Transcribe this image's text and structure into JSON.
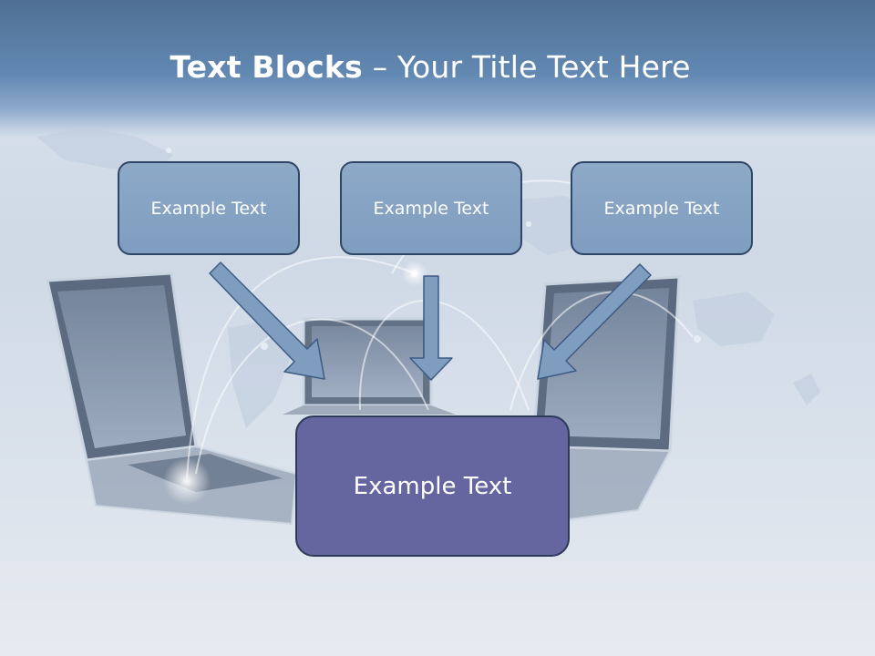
{
  "title": {
    "strong": "Text Blocks",
    "separator": "–",
    "rest": "Your Title Text Here"
  },
  "blocks": {
    "top_left": "Example Text",
    "top_center": "Example Text",
    "top_right": "Example Text",
    "bottom_center": "Example Text"
  },
  "colors": {
    "header": "#6289b3",
    "small_box_fill": "#849fc1",
    "small_box_border": "#2f4766",
    "big_box_fill": "#6566a0",
    "big_box_border": "#2e3a5a",
    "arrow_fill": "#7f9dbf",
    "arrow_border": "#3d5b84"
  },
  "icons": {
    "background": "laptops-world-network-image",
    "connectors": "arrow-icon"
  }
}
